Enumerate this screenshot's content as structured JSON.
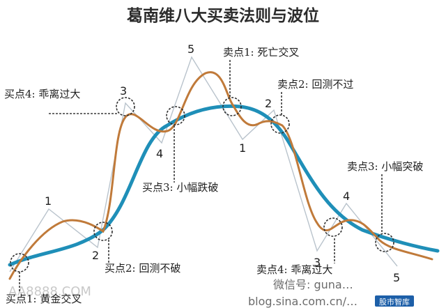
{
  "title": "葛南维八大买卖法则与波位",
  "colors": {
    "ma_line": "#1f8fb8",
    "price_line": "#c07a3a",
    "wave_line": "#b9c3cc",
    "circle": "#2e2e2e",
    "guide": "#3a3a3a"
  },
  "labels": {
    "buy1": "买点1: 黄金交叉",
    "buy2": "买点2: 回测不破",
    "buy3": "买点3: 小幅跌破",
    "buy4": "买点4: 乖离过大",
    "sell1": "卖点1: 死亡交叉",
    "sell2": "卖点2: 回测不过",
    "sell3": "卖点3: 小幅突破",
    "sell4": "卖点4: 乖离过大"
  },
  "wave_numbers": {
    "w1a": "1",
    "w2a": "2",
    "w3a": "3",
    "w4a": "4",
    "w5": "5",
    "w1b": "1",
    "w2b": "2",
    "w3b": "3",
    "w4b": "4",
    "w5b": "5"
  },
  "watermarks": {
    "left": "AA8888.COM",
    "wechat": "微信号: guna…",
    "blog": "blog.sina.com.cn/…",
    "badge": "股市智库"
  }
}
